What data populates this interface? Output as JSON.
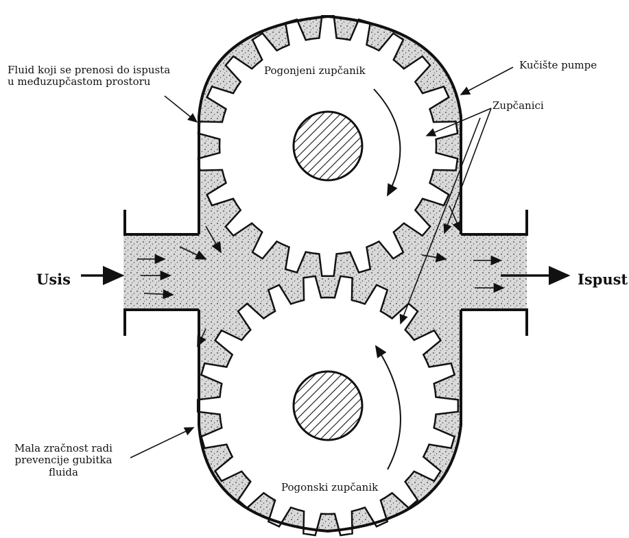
{
  "labels": {
    "fluid_line1": "Fluid koji se prenosi do ispusta",
    "fluid_line2": "u međuzupčastom prostoru",
    "kuciste": "Kučište pumpe",
    "zupcanici": "Zupčanici",
    "pogonjeni": "Pogonjeni zupčanik",
    "pogonski": "Pogonski zupčanik",
    "mala_line1": "Mala zračnost radi",
    "mala_line2": "prevencije gubitka",
    "mala_line3": "fluida",
    "usis": "Usis",
    "ispust": "Ispust"
  },
  "colors": {
    "ink": "#111111",
    "fluid": "#d8d8d8",
    "paper": "#ffffff"
  },
  "gears": {
    "upper_teeth": 22,
    "lower_teeth": 22,
    "upper_rotation": "clockwise",
    "lower_rotation": "counter-clockwise"
  }
}
